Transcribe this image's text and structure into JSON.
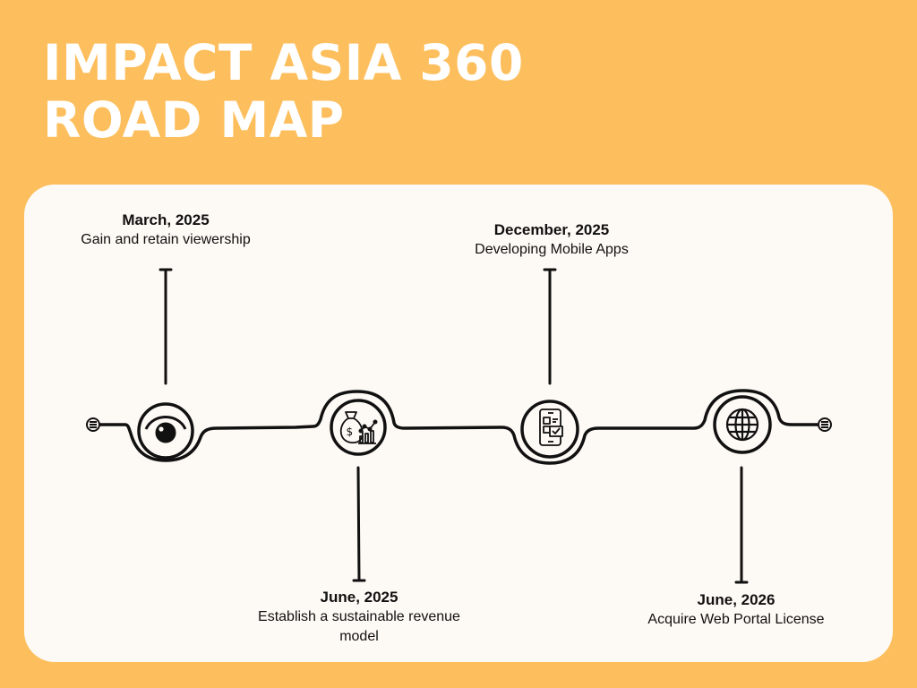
{
  "title": {
    "line1": "IMPACT ASIA 360",
    "line2": "ROAD MAP"
  },
  "milestones": [
    {
      "date": "March, 2025",
      "description": "Gain and retain viewership",
      "icon": "eye-icon"
    },
    {
      "date": "June, 2025",
      "description": "Establish a sustainable revenue model",
      "icon": "money-bag-chart-icon"
    },
    {
      "date": "December, 2025",
      "description": "Developing Mobile Apps",
      "icon": "mobile-app-icon"
    },
    {
      "date": "June, 2026",
      "description": "Acquire Web Portal License",
      "icon": "globe-icon"
    }
  ],
  "colors": {
    "background": "#FDBF5D",
    "card": "#FDF9F4",
    "title": "#FFFFFF",
    "ink": "#111111"
  }
}
